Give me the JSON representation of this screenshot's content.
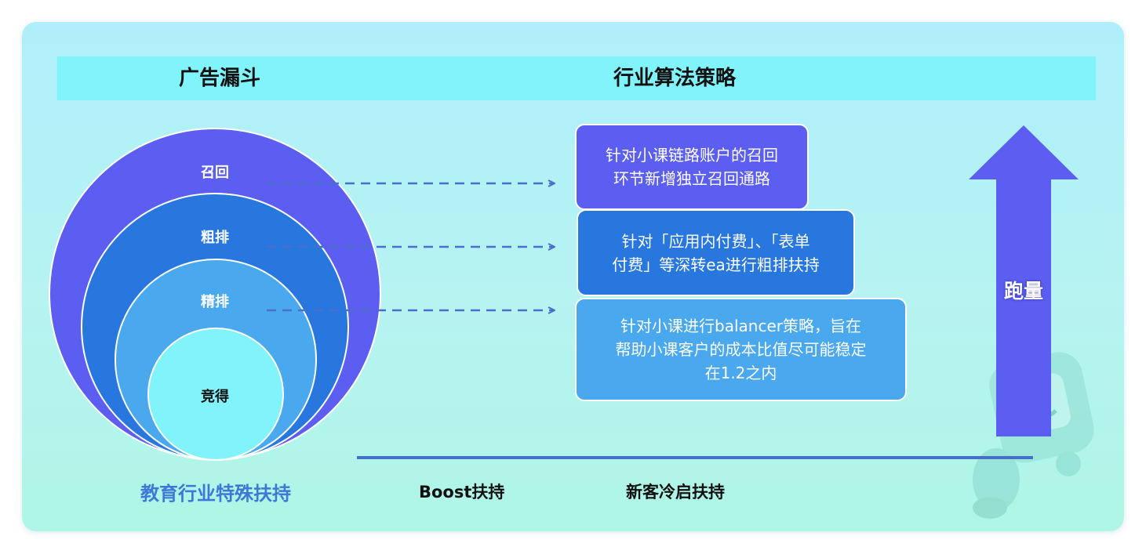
{
  "header": {
    "left_title": "广告漏斗",
    "right_title": "行业算法策略"
  },
  "funnel": {
    "stages": [
      "召回",
      "粗排",
      "精排",
      "竞得"
    ],
    "caption": "教育行业特殊扶持"
  },
  "strategies": [
    {
      "lines": [
        "针对小课链路账户的召回",
        "环节新增独立召回通路"
      ]
    },
    {
      "lines": [
        "针对「应用内付费」、「表单",
        "付费」等深转ea进行粗排扶持"
      ]
    },
    {
      "lines": [
        "针对小课进行balancer策略，旨在",
        "帮助小课客户的成本比值尽可能稳定",
        "在1.2之内"
      ]
    }
  ],
  "bottom_labels": {
    "boost": "Boost扶持",
    "cold_start": "新客冷启扶持"
  },
  "arrow": {
    "label": "跑量"
  },
  "colors": {
    "recall": "#5b5ef0",
    "coarse": "#2777de",
    "fine": "#49a8ee",
    "bid": "#80f3fb",
    "arrow": "#5b5ef0",
    "dash": "#4a6fc9"
  }
}
